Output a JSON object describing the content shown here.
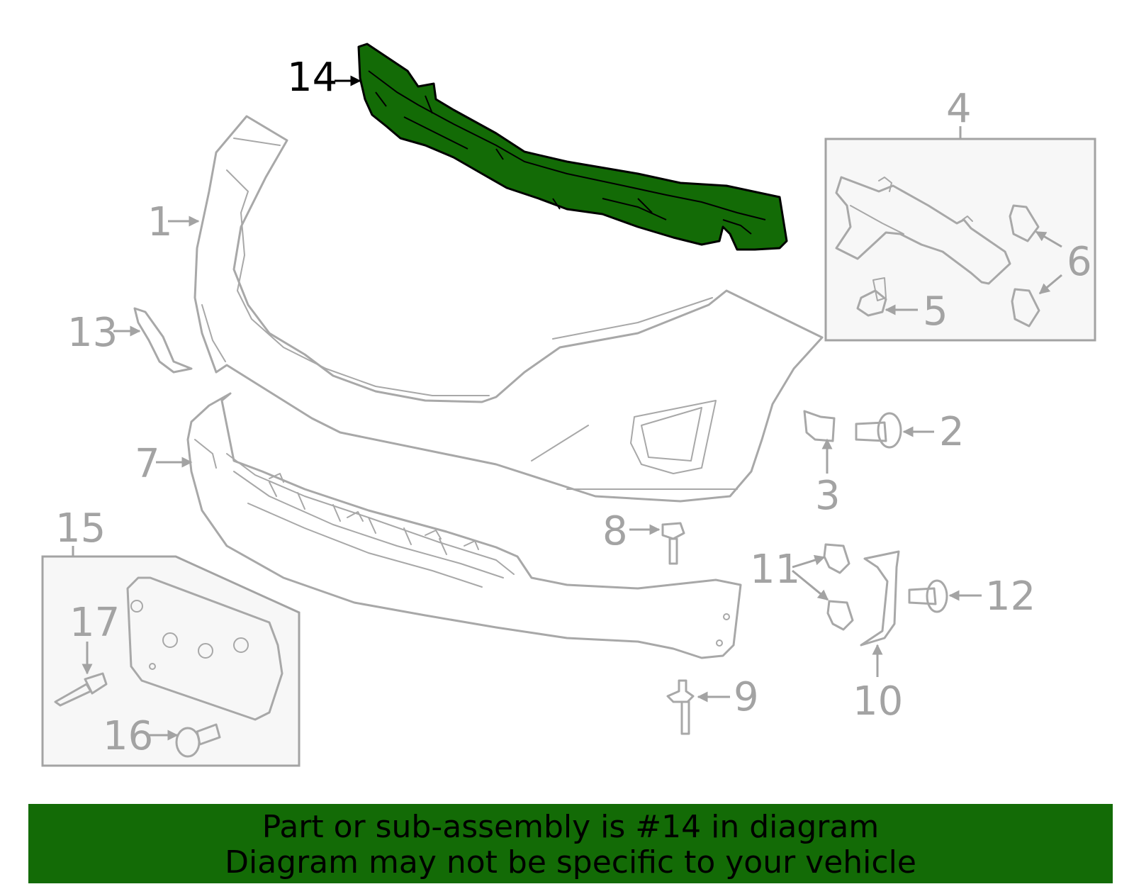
{
  "colors": {
    "highlight": "#136b06",
    "outline": "#a8a8a8",
    "label_gray": "#a3a3a3",
    "label_active": "#000000"
  },
  "highlighted_part": "14",
  "callouts": [
    "1",
    "2",
    "3",
    "4",
    "5",
    "6",
    "7",
    "8",
    "9",
    "10",
    "11",
    "12",
    "13",
    "14",
    "15",
    "16",
    "17"
  ],
  "banner": {
    "line1": "Part or sub-assembly is #14 in diagram",
    "line2": "Diagram may not be specific to your vehicle"
  }
}
